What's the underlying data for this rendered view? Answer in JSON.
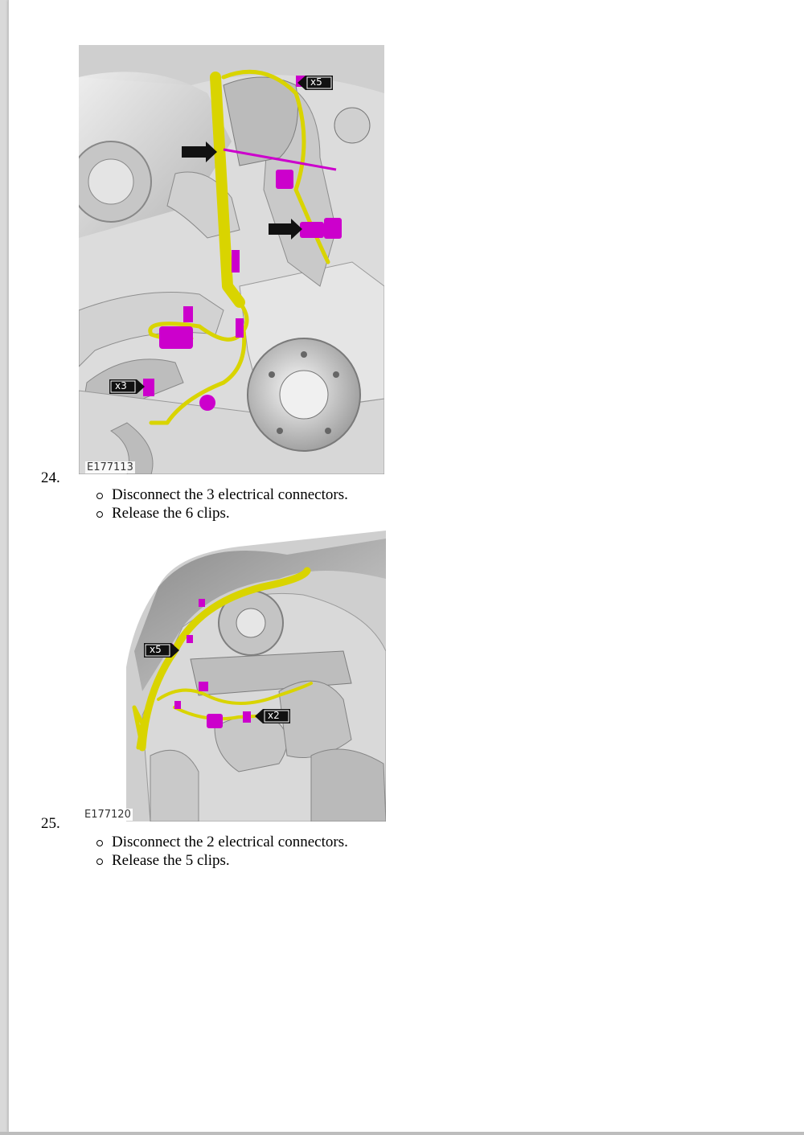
{
  "steps": [
    {
      "number": "24.",
      "figure_id": "E177113",
      "callouts": [
        "x5",
        "x3"
      ],
      "bullets": [
        "Disconnect the 3 electrical connectors.",
        "Release the 6 clips."
      ]
    },
    {
      "number": "25.",
      "figure_id": "E177120",
      "callouts": [
        "x5",
        "x2"
      ],
      "bullets": [
        "Disconnect the 2 electrical connectors.",
        "Release the 5 clips."
      ]
    }
  ],
  "colors": {
    "harness": "#d9d400",
    "connector": "#cc00cc",
    "arrow": "#111111",
    "metal": "#bfbfbf"
  }
}
